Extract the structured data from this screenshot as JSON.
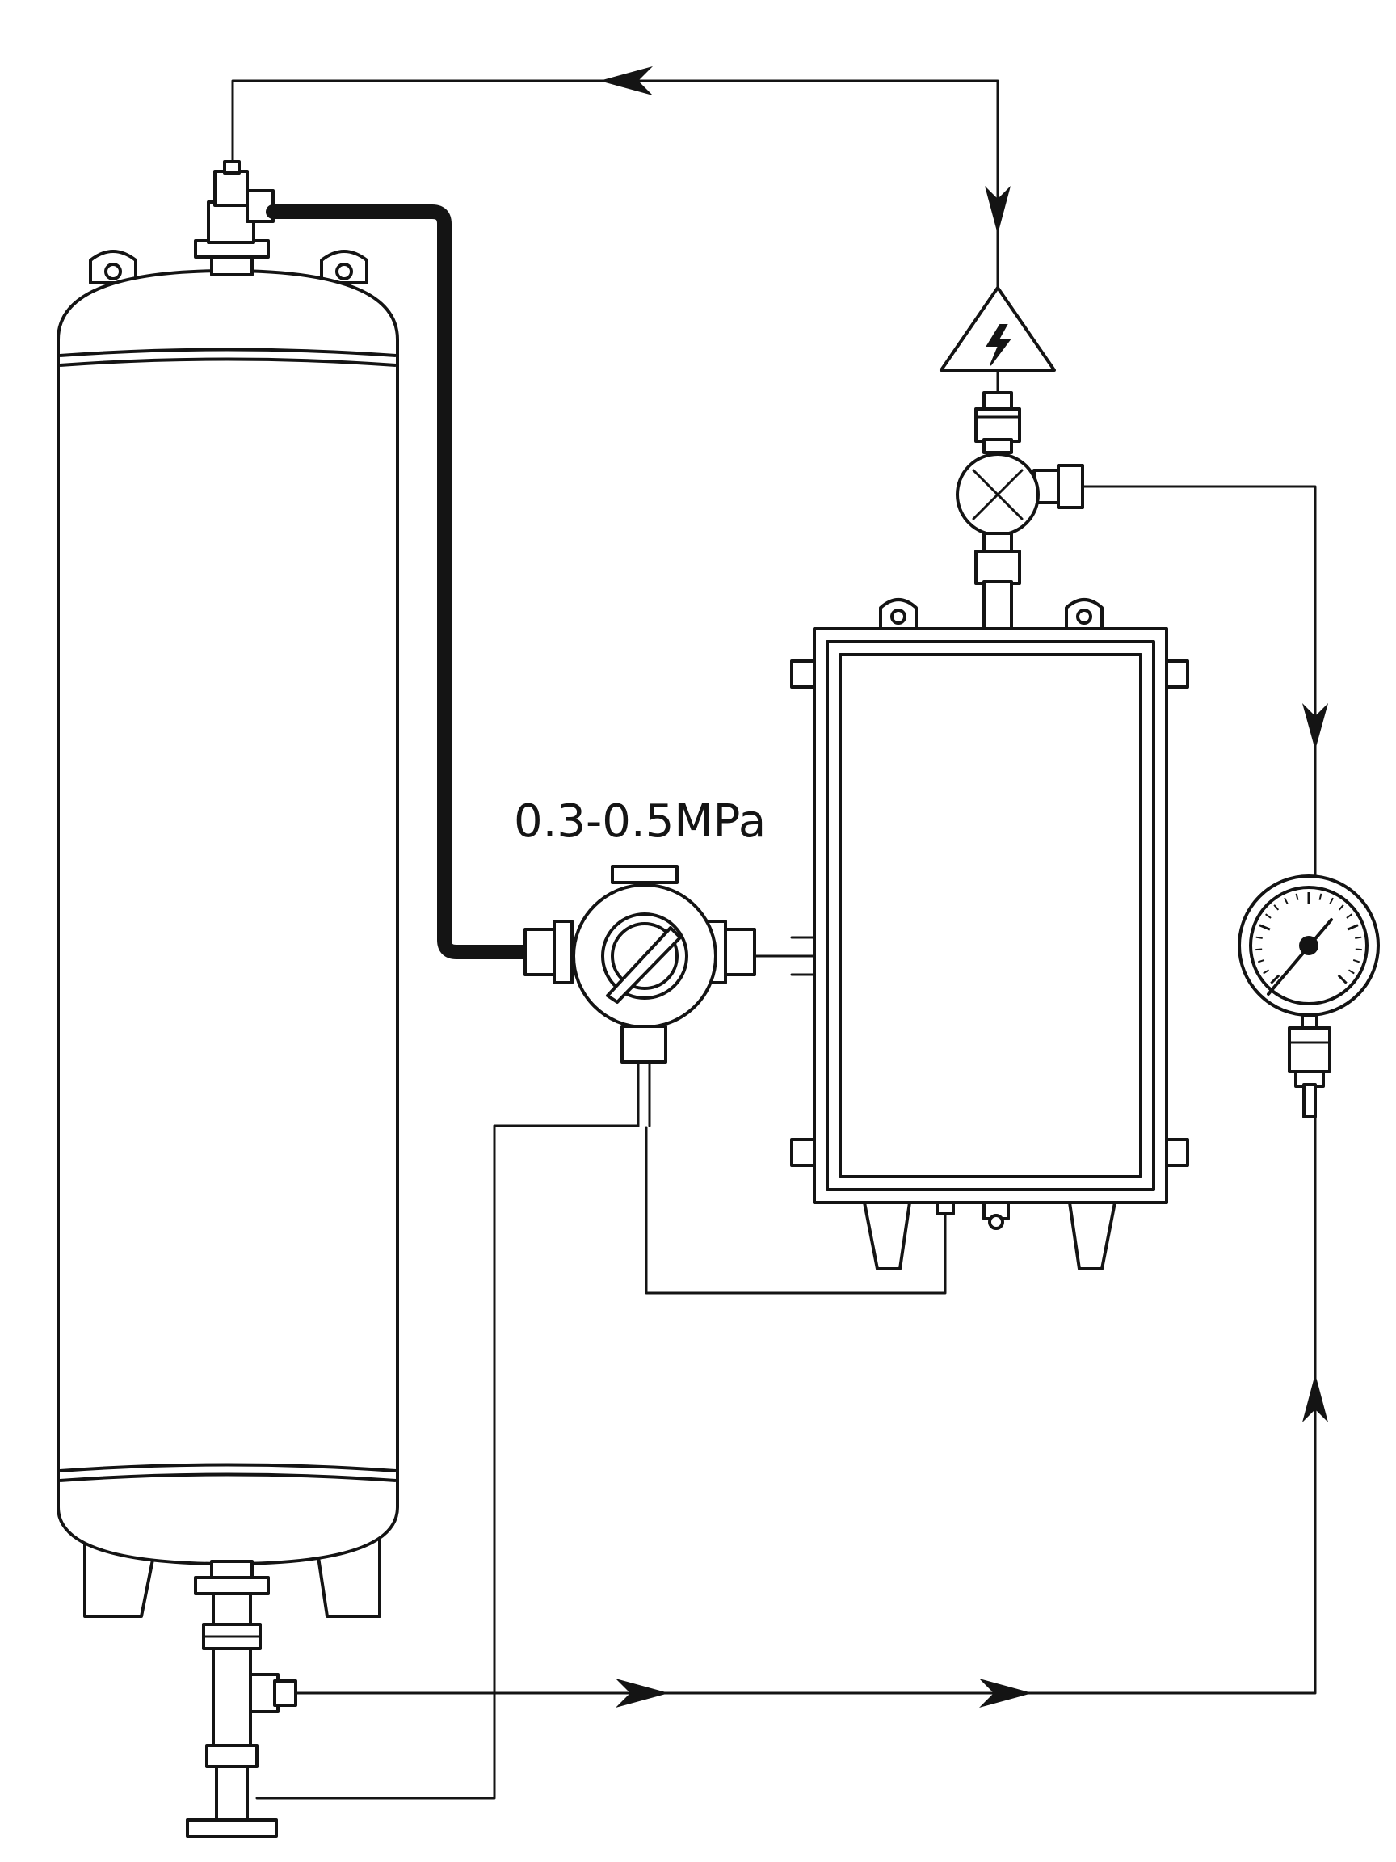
{
  "diagram": {
    "pressure_label": "0.3-0.5MPa",
    "components": [
      "nitrogen-tank",
      "inlet-valve-assembly",
      "pressure-regulator",
      "control-cabinet",
      "high-voltage-warning",
      "ball-valve",
      "pressure-gauge",
      "drain-valve-assembly"
    ],
    "colors": {
      "line": "#141414",
      "background": "#ffffff"
    }
  }
}
